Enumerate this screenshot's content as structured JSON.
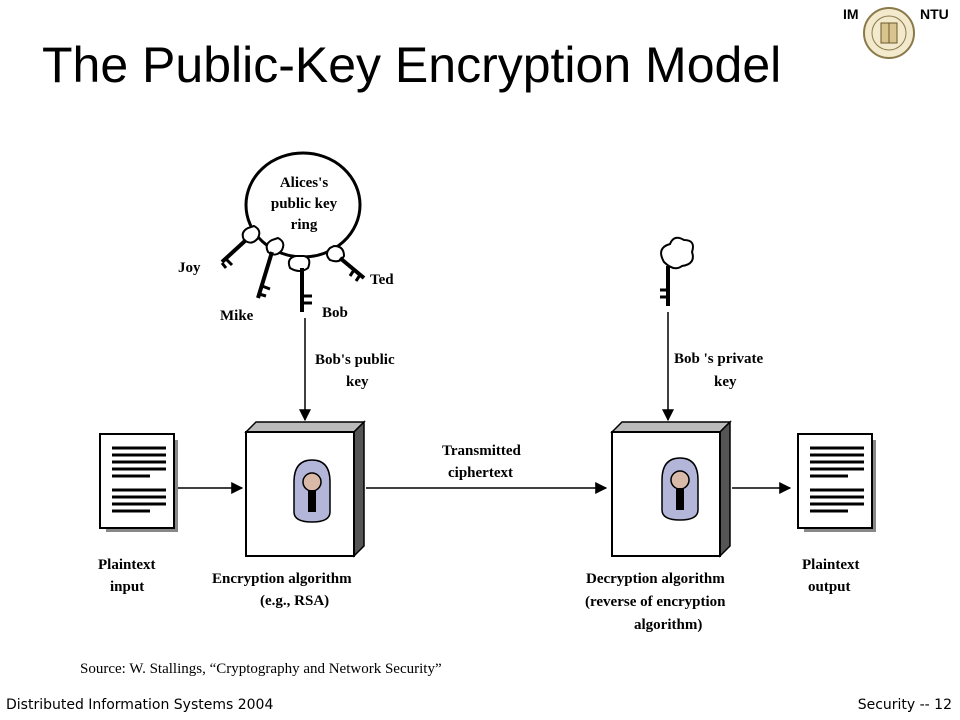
{
  "slide": {
    "title": "The Public-Key Encryption Model",
    "header_left": "IM",
    "header_right": "NTU",
    "source": "Source: W. Stallings, “Cryptography and Network Security”",
    "footer_left": "Distributed Information Systems 2004",
    "footer_right": "Security -- 12"
  },
  "diagram": {
    "ring_label": [
      "Alices's",
      "public key",
      "ring"
    ],
    "key_holders": [
      "Joy",
      "Mike",
      "Bob",
      "Ted"
    ],
    "public_key_label": [
      "Bob's public",
      "key"
    ],
    "private_key_label": [
      "Bob 's private",
      "key"
    ],
    "channel_label": [
      "Transmitted",
      "ciphertext"
    ],
    "input_label": [
      "Plaintext",
      "input"
    ],
    "output_label": [
      "Plaintext",
      "output"
    ],
    "encryption_label": [
      "Encryption algorithm",
      "(e.g., RSA)"
    ],
    "decryption_label": [
      "Decryption algorithm",
      "(reverse of encryption",
      "algorithm)"
    ]
  }
}
